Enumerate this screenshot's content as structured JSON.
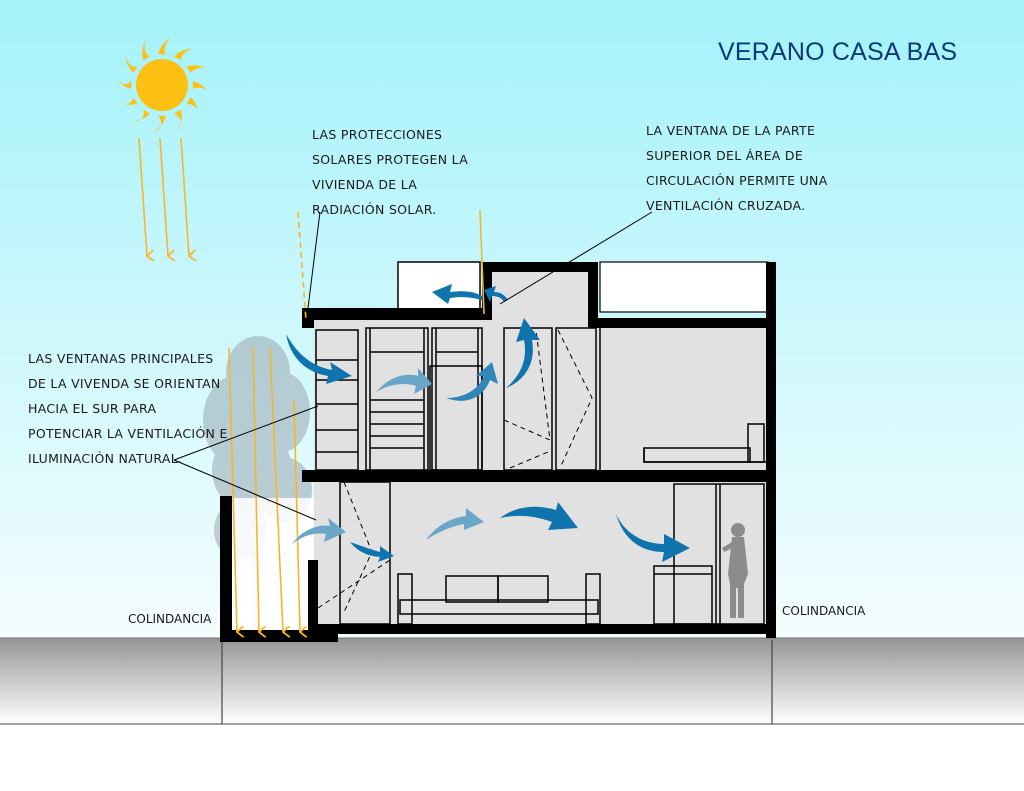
{
  "title": "VERANO CASA BAS",
  "annotations": {
    "solar_protection": "LAS PROTECCIONES\nSOLARES PROTEGEN LA\nVIVIENDA DE LA\nRADIACIÓN SOLAR.",
    "cross_ventilation": "LA VENTANA DE LA PARTE\nSUPERIOR DEL ÁREA DE\nCIRCULACIÓN PERMITE UNA\nVENTILACIÓN CRUZADA.",
    "south_windows": "LAS VENTANAS PRINCIPALES\nDE LA VIVENDA SE ORIENTAN\nHACIA EL SUR PARA\nPOTENCIAR LA VENTILACIÓN E\nILUMINACIÓN NATURAL."
  },
  "labels": {
    "left_neighbor": "COLINDANCIA",
    "right_neighbor": "COLINDANCIA"
  },
  "colors": {
    "sky_top": "#a3f2fa",
    "sky_bottom": "#f5fdfe",
    "title": "#0b3a7a",
    "sun": "#fcc012",
    "sun_rays": "#f7b52e",
    "airflow_arrow": "#0f74ad",
    "airflow_arrow_light": "#6aa6c7",
    "interior_fill": "#e1e1e1",
    "wall": "#000000",
    "tree": "#9aa8b2",
    "person": "#8c8c8c"
  }
}
